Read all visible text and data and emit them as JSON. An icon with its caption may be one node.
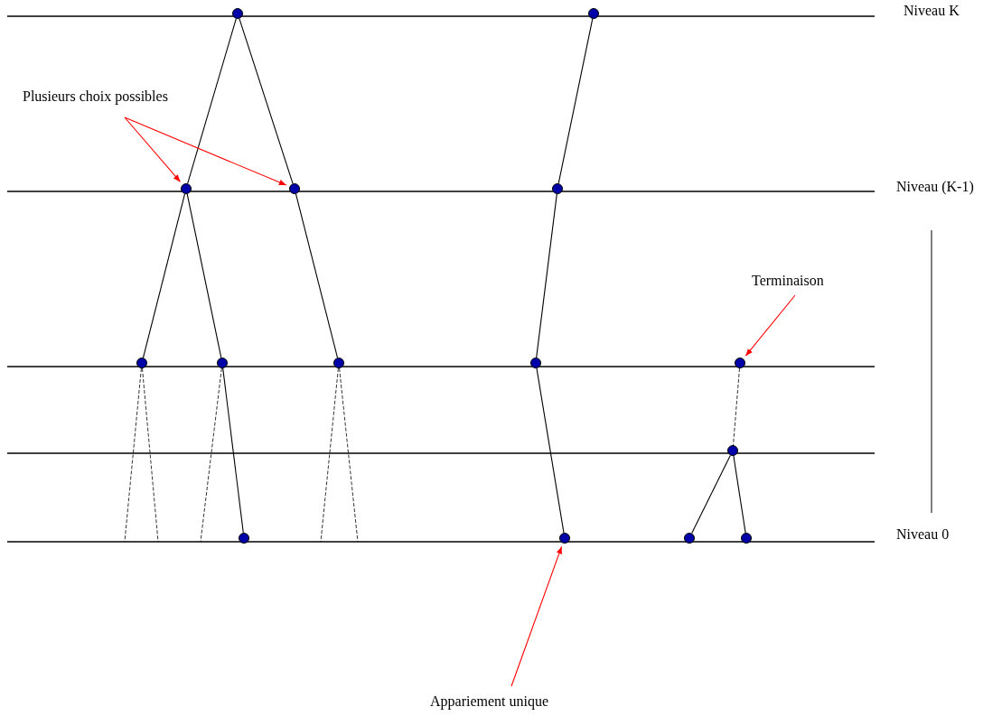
{
  "diagram": {
    "nodes": [
      {
        "text": [],
        "shape": "circle"
      },
      {
        "text": [],
        "shape": "circle"
      },
      {
        "text": [],
        "shape": "circle"
      },
      {
        "text": [],
        "shape": "circle"
      },
      {
        "text": [],
        "shape": "circle"
      },
      {
        "text": [],
        "shape": "circle"
      },
      {
        "text": [],
        "shape": "circle"
      },
      {
        "text": [],
        "shape": "circle"
      },
      {
        "text": [],
        "shape": "circle"
      },
      {
        "text": [],
        "shape": "circle"
      },
      {
        "text": [],
        "shape": "circle"
      },
      {
        "text": [],
        "shape": "circle"
      },
      {
        "text": [],
        "shape": "circle"
      },
      {
        "text": [],
        "shape": "circle"
      },
      {
        "text": [],
        "shape": "circle"
      },
      {
        "text": [
          "Plusieurs choix possibles"
        ]
      },
      {
        "text": [
          "Terminaison"
        ]
      },
      {
        "text": [
          "Appariement unique"
        ]
      }
    ],
    "edges": [
      {
        "from": 0,
        "to": 2,
        "arrow": "none"
      },
      {
        "from": 0,
        "to": 3,
        "arrow": "none"
      },
      {
        "from": 1,
        "to": 4,
        "arrow": "none"
      },
      {
        "from": 2,
        "to": 5,
        "arrow": "none"
      },
      {
        "from": 2,
        "to": 6,
        "arrow": "none"
      },
      {
        "from": 3,
        "to": 7,
        "arrow": "none"
      },
      {
        "from": 4,
        "to": 8,
        "arrow": "none"
      },
      {
        "from": 6,
        "to": 11,
        "arrow": "none"
      },
      {
        "from": 8,
        "to": 12,
        "arrow": "none"
      },
      {
        "from": 9,
        "to": 10,
        "arrow": "none",
        "style": "dashed"
      },
      {
        "from": 10,
        "to": 13,
        "arrow": "none"
      },
      {
        "from": 10,
        "to": 14,
        "arrow": "none"
      },
      {
        "from": 5,
        "to": null,
        "arrow": "none",
        "style": "dashed"
      },
      {
        "from": 5,
        "to": null,
        "arrow": "none",
        "style": "dashed"
      },
      {
        "from": 6,
        "to": null,
        "arrow": "none",
        "style": "dashed"
      },
      {
        "from": 7,
        "to": null,
        "arrow": "none",
        "style": "dashed"
      },
      {
        "from": 7,
        "to": null,
        "arrow": "none",
        "style": "dashed"
      },
      {
        "from": 15,
        "to": 2,
        "arrow": "to",
        "color": "#ff0000"
      },
      {
        "from": 15,
        "to": 3,
        "arrow": "to",
        "color": "#ff0000"
      },
      {
        "from": 16,
        "to": 9,
        "arrow": "to",
        "color": "#ff0000"
      },
      {
        "from": 17,
        "to": 12,
        "arrow": "to",
        "color": "#ff0000"
      }
    ],
    "labels": [
      "Niveau K",
      "Niveau (K-1)",
      "Niveau 0"
    ]
  }
}
